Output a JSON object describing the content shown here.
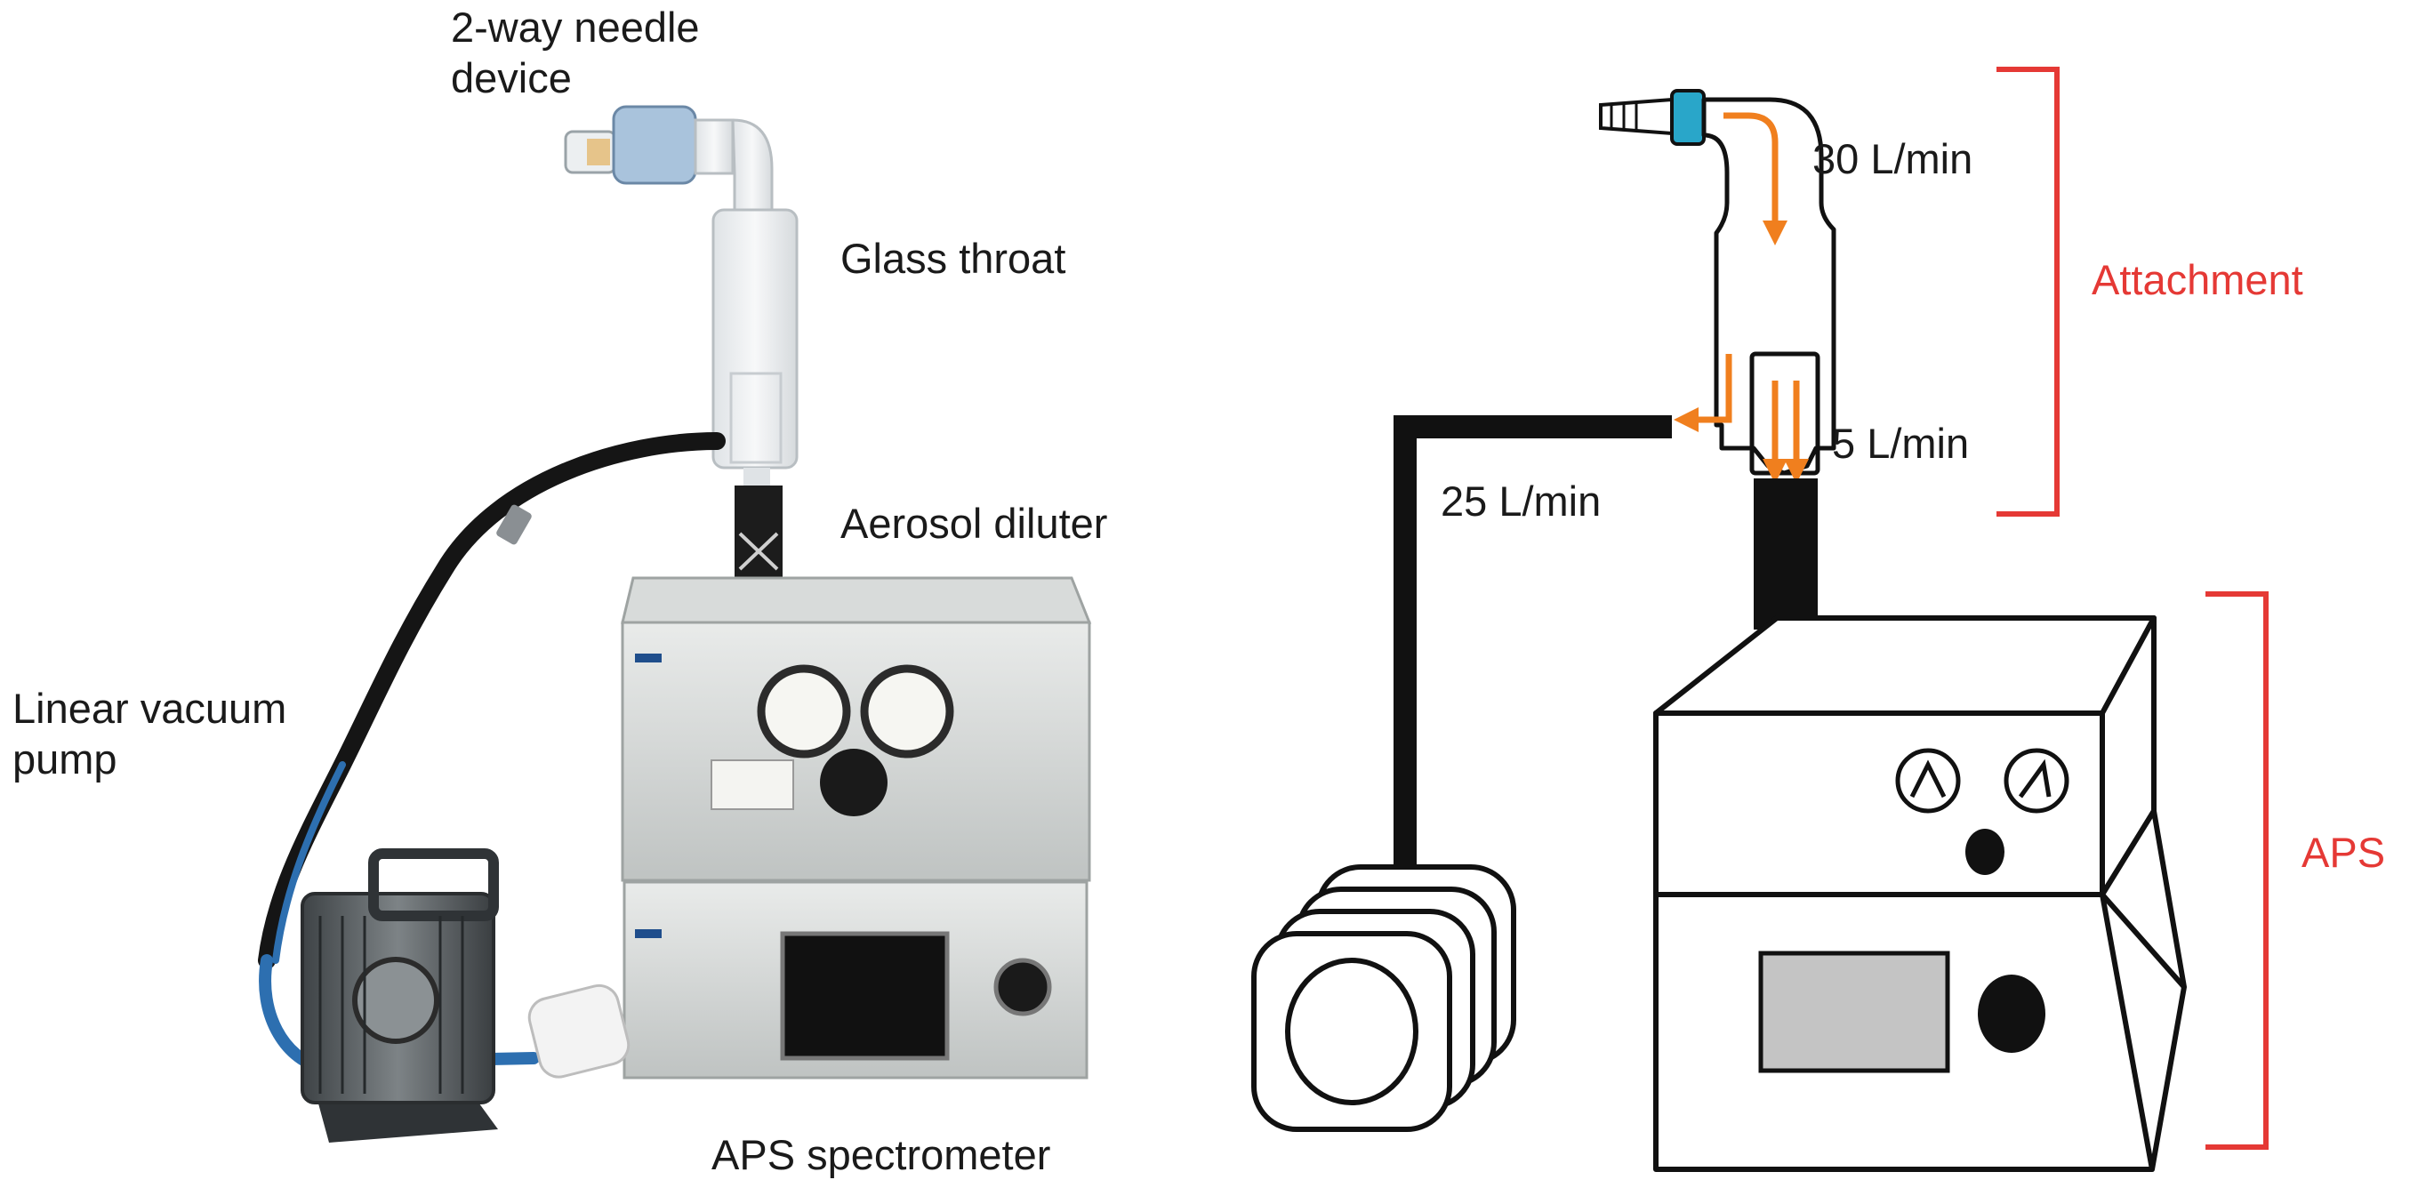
{
  "photo_labels": {
    "needle": "2-way needle\ndevice",
    "throat": "Glass throat",
    "diluter": "Aerosol diluter",
    "pump": "Linear vacuum\npump",
    "aps": "APS spectrometer"
  },
  "schematic_labels": {
    "flow_total": "30 L/min",
    "flow_aps": "5 L/min",
    "flow_pump": "25 L/min",
    "attachment": "Attachment",
    "aps": "APS"
  },
  "colors": {
    "bracket": "#e53935",
    "flow_arrow": "#f07f1e",
    "needle_cap": "#29a6c9",
    "tube": "#111111",
    "screen": "#c4c4c4"
  }
}
